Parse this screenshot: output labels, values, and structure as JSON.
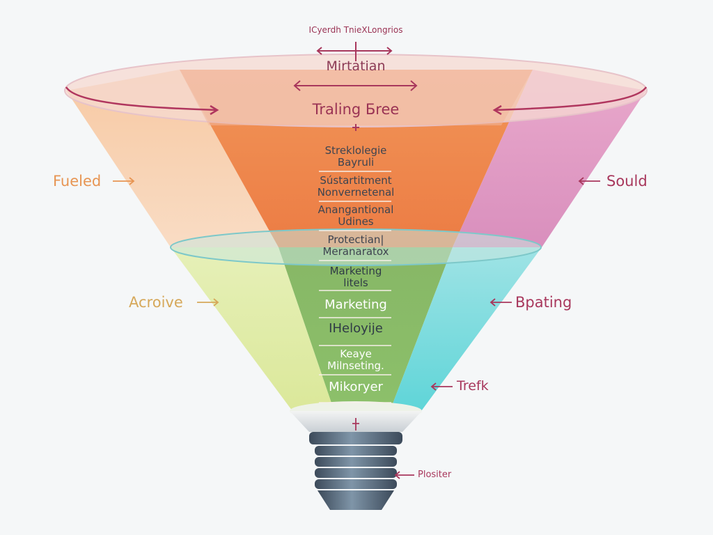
{
  "diagram": {
    "top_caption": "ICyerdh TnieXLongrios",
    "title": "Mirtatian",
    "subtitle": "Traling Бree",
    "center_items": [
      "Streklolegie\nBayruli",
      "Sústartitment\nNonvernetenal",
      "Anangantional\nUdines",
      "Protectian|\nMeranaratox",
      "Marketing\nlitels",
      "Marketing",
      "IHeloyije",
      "Keaye\nMilnseting.",
      "Mikoryer"
    ],
    "side_labels": {
      "fueled": "Fueled",
      "sould": "Sould",
      "acroive": "Acroive",
      "bpating": "Bpating",
      "trefk": "Trefk",
      "plositer": "Plositer"
    },
    "colors": {
      "orange": "#f0a46c",
      "deep_orange": "#ec7d43",
      "pink": "#d97fb1",
      "yellow_green": "#dde99a",
      "green": "#74b361",
      "cyan": "#5fd7d9",
      "label_orange": "#e79553",
      "label_crimson": "#a8375c",
      "label_gold": "#d6a85a",
      "base_dark": "#4c5e70"
    }
  }
}
